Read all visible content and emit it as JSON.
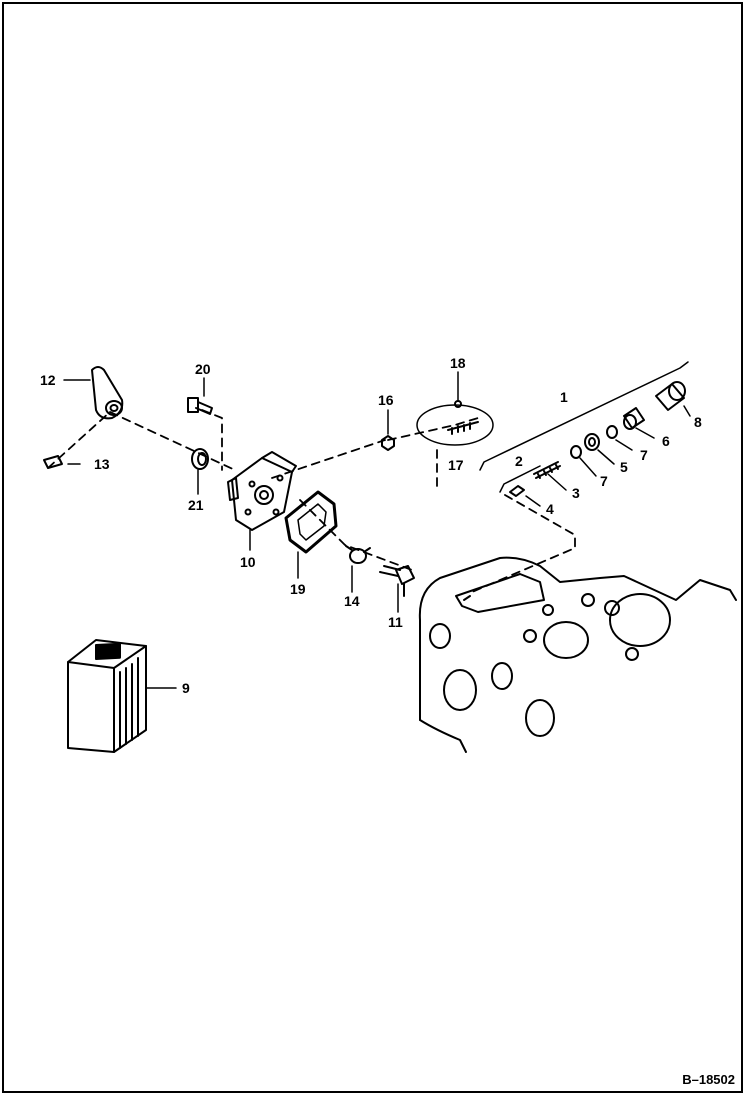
{
  "diagram": {
    "reference_code": "B–18502",
    "callouts": {
      "c1": "1",
      "c2": "2",
      "c3": "3",
      "c4": "4",
      "c5": "5",
      "c6": "6",
      "c7a": "7",
      "c7b": "7",
      "c8": "8",
      "c9": "9",
      "c10": "10",
      "c11": "11",
      "c12": "12",
      "c13": "13",
      "c14": "14",
      "c16": "16",
      "c17": "17",
      "c18": "18",
      "c19": "19",
      "c20": "20",
      "c21": "21"
    }
  }
}
